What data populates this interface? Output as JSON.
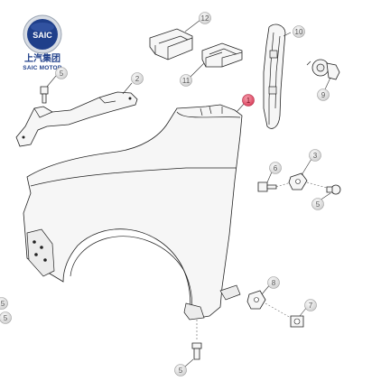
{
  "logo": {
    "emblem_text": "SAIC",
    "title_cn": "上汽集团",
    "subtitle": "SAIC MOTOR",
    "colors": {
      "primary": "#1f3f8a",
      "ring": "#c9cfd8"
    }
  },
  "callouts": {
    "c1": "1",
    "c2": "2",
    "c3": "3",
    "c5_top": "5",
    "c5_right": "5",
    "c5_bottom": "5",
    "c5_edge_a": "5",
    "c5_edge_b": "5",
    "c6": "6",
    "c7": "7",
    "c8": "8",
    "c9": "9",
    "c10": "10",
    "c11": "11",
    "c12": "12"
  },
  "colors": {
    "callout_fill": "#e6e6e6",
    "callout_highlight_fill": "#e0506a",
    "line": "#222222"
  }
}
